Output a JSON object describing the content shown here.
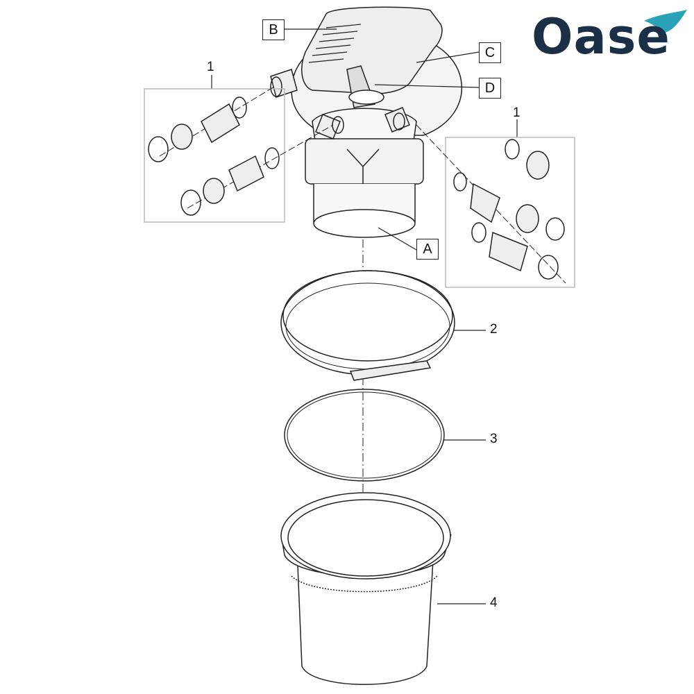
{
  "brand": {
    "name": "Oase",
    "accent_color": "#2aa3b8",
    "text_color": "#1b2f47"
  },
  "labels": {
    "A": "A",
    "B": "B",
    "C": "C",
    "D": "D"
  },
  "part_numbers": {
    "left_kit": "1",
    "right_kit": "1",
    "clamp_ring": "2",
    "o_ring": "3",
    "container": "4"
  }
}
